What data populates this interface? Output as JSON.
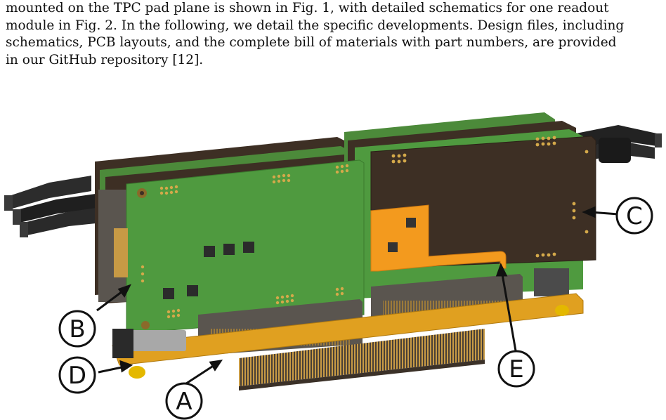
{
  "paragraph": {
    "lines": [
      "mounted on the TPC pad plane is shown in Fig. 1, with detailed schematics for one readout",
      "module in Fig. 2. In the following, we detail the specific developments. Design files, including",
      "schematics, PCB layouts, and the complete bill of materials with part numbers, are provided",
      "in our GitHub repository [12]."
    ]
  },
  "figure": {
    "callouts": [
      {
        "label": "A"
      },
      {
        "label": "B"
      },
      {
        "label": "C"
      },
      {
        "label": "D"
      },
      {
        "label": "E"
      }
    ]
  },
  "colors": {
    "pcb_green": "#4f9a3f",
    "pcb_dark": "#3d2f24",
    "flex_orange": "#f39a1e",
    "base_board": "#e0a020",
    "connector_gray": "#5a554f",
    "gold_pad": "#d4a94a"
  }
}
